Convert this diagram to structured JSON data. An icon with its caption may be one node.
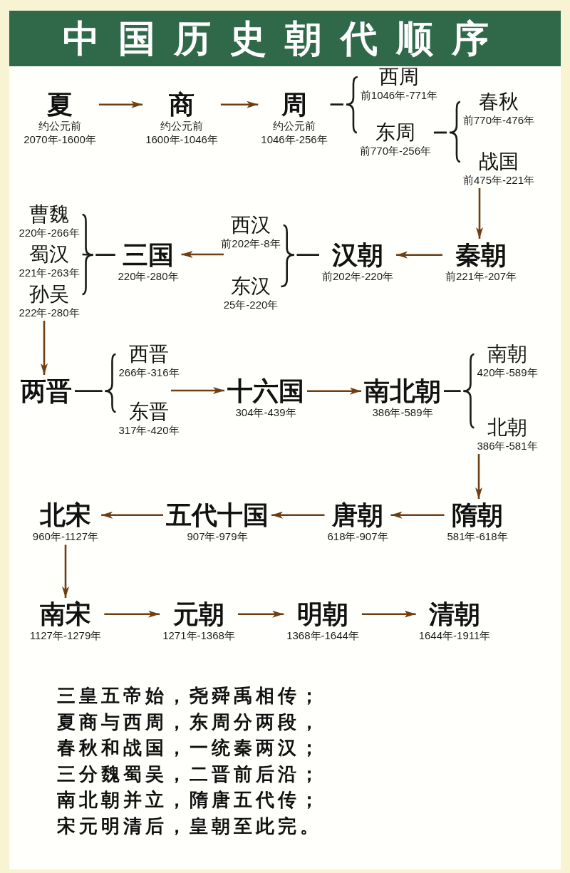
{
  "diagram": {
    "title": "中国历史朝代顺序",
    "nodes": [
      {
        "text": [
          "夏",
          "约公元前",
          "2070年-1600年"
        ]
      },
      {
        "text": [
          "商",
          "约公元前",
          "1600年-1046年"
        ]
      },
      {
        "text": [
          "周",
          "约公元前",
          "1046年-256年"
        ]
      },
      {
        "text": [
          "西周",
          "前1046年-771年"
        ]
      },
      {
        "text": [
          "东周",
          "前770年-256年"
        ]
      },
      {
        "text": [
          "春秋",
          "前770年-476年"
        ]
      },
      {
        "text": [
          "战国",
          "前475年-221年"
        ]
      },
      {
        "text": [
          "曹魏",
          "220年-266年"
        ]
      },
      {
        "text": [
          "蜀汉",
          "221年-263年"
        ]
      },
      {
        "text": [
          "孙吴",
          "222年-280年"
        ]
      },
      {
        "text": [
          "三国",
          "220年-280年"
        ]
      },
      {
        "text": [
          "西汉",
          "前202年-8年"
        ]
      },
      {
        "text": [
          "东汉",
          "25年-220年"
        ]
      },
      {
        "text": [
          "汉朝",
          "前202年-220年"
        ]
      },
      {
        "text": [
          "秦朝",
          "前221年-207年"
        ]
      },
      {
        "text": [
          "两晋"
        ]
      },
      {
        "text": [
          "西晋",
          "266年-316年"
        ]
      },
      {
        "text": [
          "东晋",
          "317年-420年"
        ]
      },
      {
        "text": [
          "十六国",
          "304年-439年"
        ]
      },
      {
        "text": [
          "南北朝",
          "386年-589年"
        ]
      },
      {
        "text": [
          "南朝",
          "420年-589年"
        ]
      },
      {
        "text": [
          "北朝",
          "386年-581年"
        ]
      },
      {
        "text": [
          "北宋",
          "960年-1127年"
        ]
      },
      {
        "text": [
          "五代十国",
          "907年-979年"
        ]
      },
      {
        "text": [
          "唐朝",
          "618年-907年"
        ]
      },
      {
        "text": [
          "隋朝",
          "581年-618年"
        ]
      },
      {
        "text": [
          "南宋",
          "1127年-1279年"
        ]
      },
      {
        "text": [
          "元朝",
          "1271年-1368年"
        ]
      },
      {
        "text": [
          "明朝",
          "1368年-1644年"
        ]
      },
      {
        "text": [
          "清朝",
          "1644年-1911年"
        ]
      }
    ],
    "edges": [
      {
        "from": 0,
        "to": 1,
        "arrow": "to"
      },
      {
        "from": 1,
        "to": 2,
        "arrow": "to"
      },
      {
        "from": 2,
        "to": 3,
        "arrow": "none",
        "color": "#1a1a1a"
      },
      {
        "from": 2,
        "to": 4,
        "arrow": "none",
        "color": "#1a1a1a"
      },
      {
        "from": 4,
        "to": 5,
        "arrow": "none",
        "color": "#1a1a1a"
      },
      {
        "from": 4,
        "to": 6,
        "arrow": "none",
        "color": "#1a1a1a"
      },
      {
        "from": 6,
        "to": 14,
        "arrow": "to"
      },
      {
        "from": 14,
        "to": 13,
        "arrow": "to"
      },
      {
        "from": 13,
        "to": 11,
        "arrow": "none",
        "color": "#1a1a1a"
      },
      {
        "from": 13,
        "to": 12,
        "arrow": "none",
        "color": "#1a1a1a"
      },
      {
        "from": 11,
        "to": 10,
        "arrow": "to"
      },
      {
        "from": 10,
        "to": 7,
        "arrow": "none",
        "color": "#1a1a1a"
      },
      {
        "from": 10,
        "to": 8,
        "arrow": "none",
        "color": "#1a1a1a"
      },
      {
        "from": 10,
        "to": 9,
        "arrow": "none",
        "color": "#1a1a1a"
      },
      {
        "from": 9,
        "to": 15,
        "arrow": "to"
      },
      {
        "from": 15,
        "to": 16,
        "arrow": "none",
        "color": "#1a1a1a"
      },
      {
        "from": 15,
        "to": 17,
        "arrow": "none",
        "color": "#1a1a1a"
      },
      {
        "from": 17,
        "to": 18,
        "arrow": "to"
      },
      {
        "from": 18,
        "to": 19,
        "arrow": "to"
      },
      {
        "from": 19,
        "to": 20,
        "arrow": "none",
        "color": "#1a1a1a"
      },
      {
        "from": 19,
        "to": 21,
        "arrow": "none",
        "color": "#1a1a1a"
      },
      {
        "from": 21,
        "to": 25,
        "arrow": "to"
      },
      {
        "from": 25,
        "to": 24,
        "arrow": "to"
      },
      {
        "from": 24,
        "to": 23,
        "arrow": "to"
      },
      {
        "from": 23,
        "to": 22,
        "arrow": "to"
      },
      {
        "from": 22,
        "to": 26,
        "arrow": "to"
      },
      {
        "from": 26,
        "to": 27,
        "arrow": "to"
      },
      {
        "from": 27,
        "to": 28,
        "arrow": "to"
      },
      {
        "from": 28,
        "to": 29,
        "arrow": "to"
      }
    ],
    "labels": [
      "三皇五帝始，尧舜禹相传；",
      "夏商与西周，东周分两段，",
      "春秋和战国，一统秦两汉；",
      "三分魏蜀吴，二晋前后沿；",
      "南北朝并立，隋唐五代传；",
      "宋元明清后，皇朝至此完。"
    ]
  }
}
